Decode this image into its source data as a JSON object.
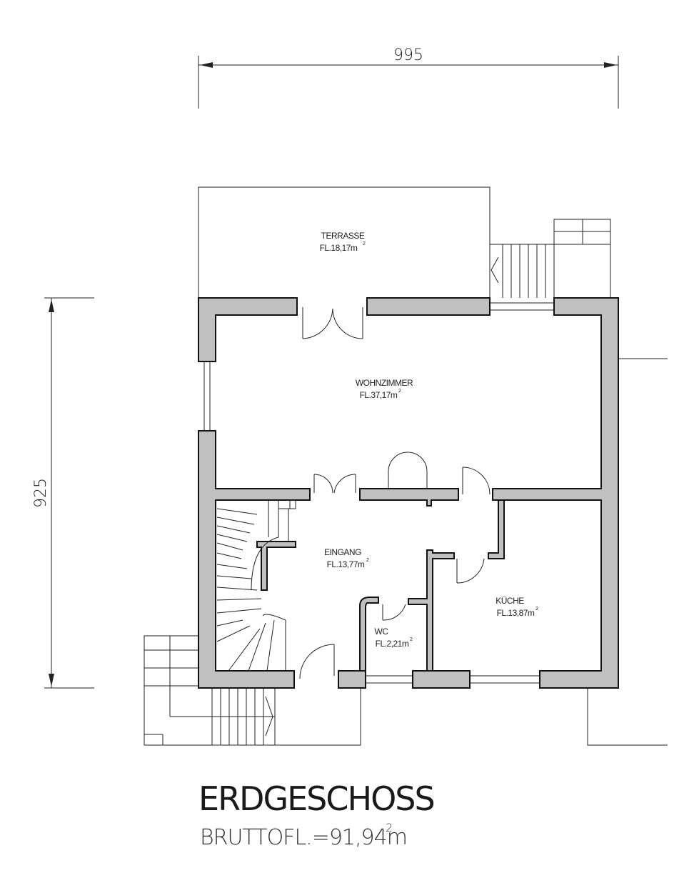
{
  "plan": {
    "overall_width": "995",
    "overall_height": "925",
    "title": "ERDGESCHOSS",
    "gross_area_prefix": "BRUTTOFL.=91,94m",
    "gross_area_sup": "2",
    "colors": {
      "wall_fill": "#c0c0c0",
      "line": "#111111"
    }
  },
  "rooms": {
    "terrasse": {
      "name": "TERRASSE",
      "area": "FL.18,17m",
      "sup": "2"
    },
    "wohnzimmer": {
      "name": "WOHNZIMMER",
      "area": "FL.37,17m",
      "sup": "2"
    },
    "eingang": {
      "name": "EINGANG",
      "area": "FL.13,77m",
      "sup": "2"
    },
    "kueche": {
      "name": "KÜCHE",
      "area": "FL.13,87m",
      "sup": "2"
    },
    "wc": {
      "name": "WC",
      "area": "FL.2,21m",
      "sup": "2"
    }
  }
}
